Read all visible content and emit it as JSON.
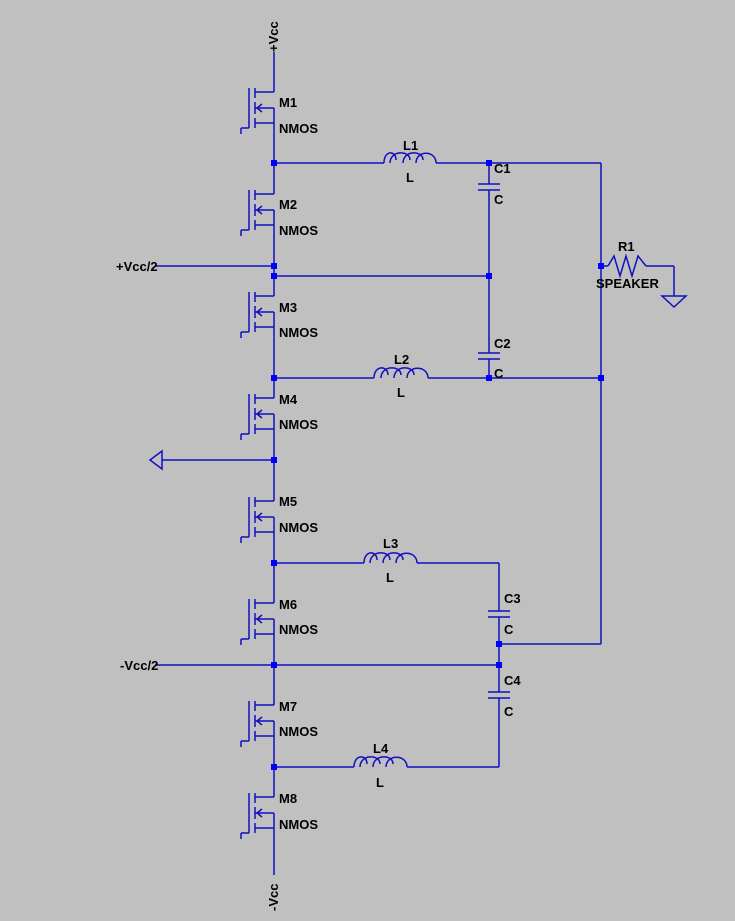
{
  "schematic": {
    "mosfets": [
      {
        "name": "M1",
        "model": "NMOS"
      },
      {
        "name": "M2",
        "model": "NMOS"
      },
      {
        "name": "M3",
        "model": "NMOS"
      },
      {
        "name": "M4",
        "model": "NMOS"
      },
      {
        "name": "M5",
        "model": "NMOS"
      },
      {
        "name": "M6",
        "model": "NMOS"
      },
      {
        "name": "M7",
        "model": "NMOS"
      },
      {
        "name": "M8",
        "model": "NMOS"
      }
    ],
    "inductors": [
      {
        "name": "L1",
        "value": "L"
      },
      {
        "name": "L2",
        "value": "L"
      },
      {
        "name": "L3",
        "value": "L"
      },
      {
        "name": "L4",
        "value": "L"
      }
    ],
    "capacitors": [
      {
        "name": "C1",
        "value": "C"
      },
      {
        "name": "C2",
        "value": "C"
      },
      {
        "name": "C3",
        "value": "C"
      },
      {
        "name": "C4",
        "value": "C"
      }
    ],
    "resistor": {
      "name": "R1",
      "value": "SPEAKER"
    },
    "nets": {
      "vcc_pos": "+Vcc",
      "vcc_neg": "-Vcc",
      "half_pos": "+Vcc/2",
      "half_neg": "-Vcc/2"
    }
  }
}
